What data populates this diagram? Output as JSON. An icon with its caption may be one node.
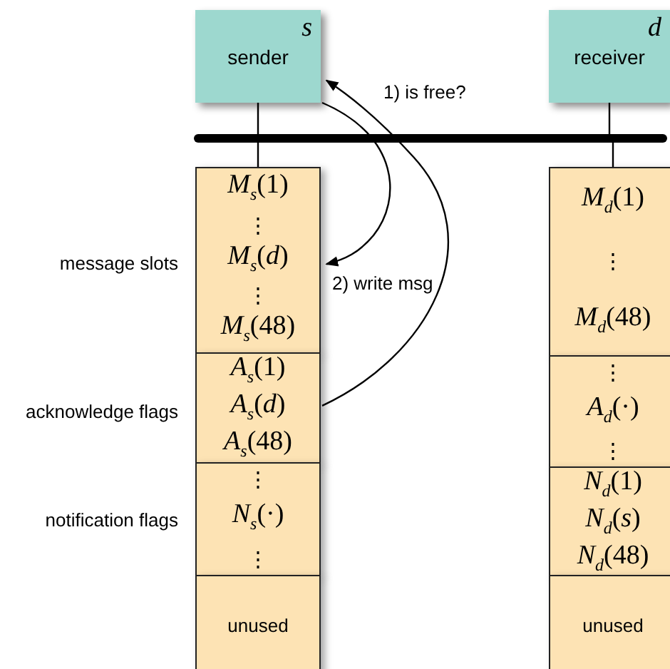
{
  "diagram": {
    "nodes": [
      {
        "text": [
          "sender",
          "*s*"
        ]
      },
      {
        "text": [
          "receiver",
          "*d*"
        ]
      },
      {
        "text": [],
        "shape": "bar"
      },
      {
        "text": [
          "*M*$_{s}$(1)",
          "⋮",
          "*M*$_{s}$(*d*)",
          "⋮",
          "*M*$_{s}$(48)"
        ],
        "beside": [
          "message slots"
        ]
      },
      {
        "text": [
          "*A*$_{s}$(1)",
          "*A*$_{s}$(*d*)",
          "*A*$_{s}$(48)"
        ],
        "beside": [
          "acknowledge flags"
        ]
      },
      {
        "text": [
          "⋮",
          "*N*$_{s}$(·)",
          "⋮"
        ],
        "beside": [
          "notification flags"
        ]
      },
      {
        "text": [
          "unused"
        ]
      },
      {
        "text": [
          "*M*$_{d}$(1)",
          "⋮",
          "*M*$_{d}$(48)"
        ]
      },
      {
        "text": [
          "⋮",
          "*A*$_{d}$(·)",
          "⋮"
        ]
      },
      {
        "text": [
          "*N*$_{d}$(1)",
          "*N*$_{d}$(*s*)",
          "*N*$_{d}$(48)"
        ]
      },
      {
        "text": [
          "unused"
        ]
      }
    ],
    "edges": [
      {
        "from": 4,
        "to": 0,
        "arrow": "to",
        "label": "1) is free?"
      },
      {
        "from": 0,
        "to": 3,
        "arrow": "to",
        "label": "2) write msg"
      },
      {
        "from": 0,
        "to": 2,
        "arrow": "none"
      },
      {
        "from": 2,
        "to": 3,
        "arrow": "none"
      },
      {
        "from": 1,
        "to": 2,
        "arrow": "none"
      },
      {
        "from": 2,
        "to": 7,
        "arrow": "none"
      }
    ]
  }
}
